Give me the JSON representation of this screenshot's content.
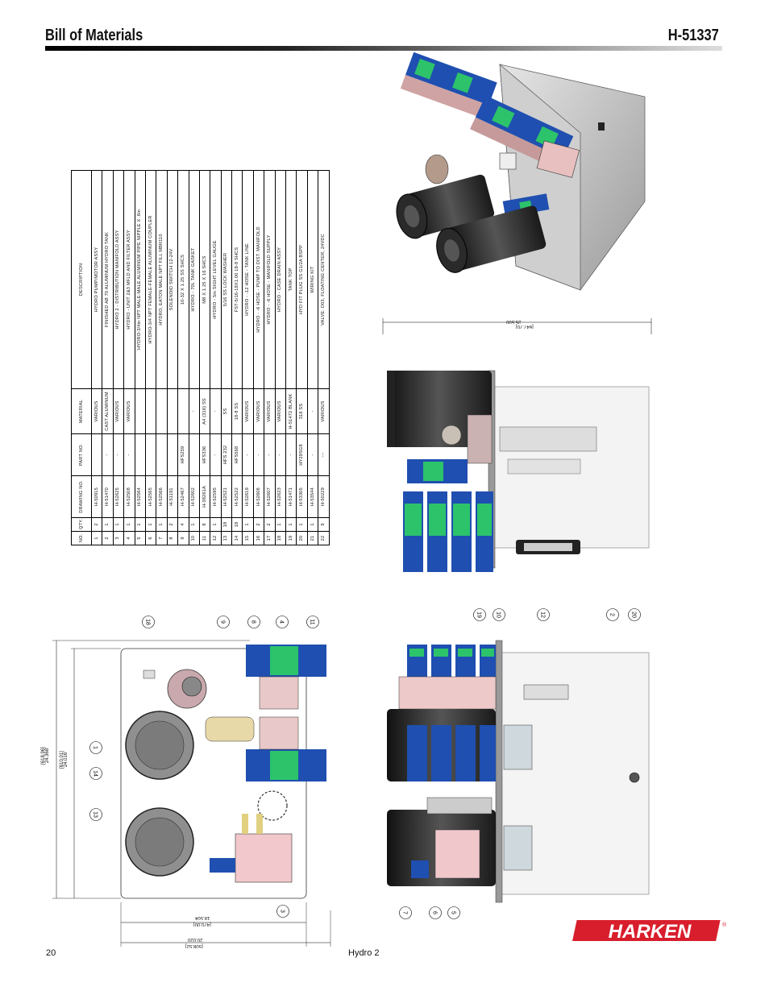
{
  "header": {
    "title": "Bill of Materials",
    "part_number": "H-51337"
  },
  "footer": {
    "page": "20",
    "document": "Hydro 2"
  },
  "brand": {
    "name": "HARKEN",
    "mark": "®",
    "color": "#d81e2c"
  },
  "bom": {
    "headers": [
      "NO.",
      "QTY.",
      "DRAWING NO.",
      "PART NO.",
      "MATERIAL",
      "DESCRIPTION"
    ],
    "rows": [
      [
        "1",
        "2",
        "H-50915",
        "",
        "VARIOUS",
        "HYDRO PUMP/MOTOR ASSY"
      ],
      [
        "2",
        "1",
        "H-51470",
        "-",
        "CAST ALUMINUM",
        "FINISHED AB 70 ALUMINUM HYDRO TANK"
      ],
      [
        "3",
        "1",
        "H-52625",
        "-",
        "VARIOUS",
        "HYDRO 2 - DISTRIBUTION MANIFOLD ASSY"
      ],
      [
        "4",
        "1",
        "H-52508",
        "-",
        "VARIOUS",
        "HYDRO - UNIT 2&3 MFLD AND FILTER ASSY"
      ],
      [
        "5",
        "1",
        "H-52564",
        "",
        "",
        "HYDRO-3/4in NPT MALE-MALE ALUMINUM PIPE NIPPLE X .6in"
      ],
      [
        "6",
        "1",
        "H-52565",
        "",
        "",
        "HYDRO-3/4 NPT FEMALE-FEMALE ALUMINUM COUPLER"
      ],
      [
        "7",
        "1",
        "H-52566",
        "",
        "",
        "HYDRO, EATON MALE NPT FILL MBR110"
      ],
      [
        "8",
        "2",
        "H-51191",
        "",
        "",
        "SOLENOID SWITCH 12-24V"
      ],
      [
        "9",
        "4",
        "H-52467",
        "HFS259",
        "",
        "10-32 X 1.25 SS SHCS"
      ],
      [
        "10",
        "1",
        "H-52602",
        "",
        "-",
        "HYDRO - 70L TANK GASKET"
      ],
      [
        "11",
        "8",
        "H-38261A",
        "HFS336",
        "A4 (316) SS",
        "M8 X 1.25 X 16 SHCS"
      ],
      [
        "12",
        "1",
        "H-52595",
        "-",
        "-",
        "HYDRO - 5in SIGHT LEVEL GAUGE"
      ],
      [
        "13",
        "18",
        "H-52521",
        "HFS 232",
        "SS",
        "5/16 SS LOCK WASHER"
      ],
      [
        "14",
        "18",
        "H-52522",
        "HFS568",
        "18-8 SS",
        "FST-5/16-18X1.00 18-8 SHCS"
      ],
      [
        "15",
        "1",
        "H-52619",
        "-",
        "VARIOUS",
        "HYDRO - -12 HOSE - TANK LINE"
      ],
      [
        "16",
        "2",
        "H-52606",
        "-",
        "VARIOUS",
        "HYDRO - -6 HOSE - PUMP TO DIST. MANIFOLD"
      ],
      [
        "17",
        "2",
        "H-52607",
        "-",
        "VARIOUS",
        "HYDRO - -6 HOSE - MANIFOLD SUPPLY"
      ],
      [
        "18",
        "1",
        "H-52623",
        "-",
        "VARIOUS",
        "HYDRO - CASE DRAIN ASSY"
      ],
      [
        "19",
        "1",
        "H-51471",
        "-",
        "H-51472 BLANK",
        "TANK TOP"
      ],
      [
        "20",
        "1",
        "H-53305",
        "HY29SG8",
        "316 SS",
        "HYD FIT PLUG SS G1/2A BSPP"
      ],
      [
        "21",
        "1",
        "H-53544",
        "-",
        "-",
        "WIRING KIT"
      ],
      [
        "22",
        "9",
        "H-50229",
        "---",
        "VARIOUS",
        "VALVE: D03, FLOATING CENTER, 24VDC"
      ]
    ]
  },
  "dimensions": {
    "front_height_mm": "[618.96]",
    "front_height_in": "24.368",
    "front_inner_height_mm": "[610.01]",
    "front_inner_height_in": "24.016",
    "front_width_mm": "[470.00]",
    "front_width_in": "18.504",
    "front_overall_width_mm": "[508.52]",
    "front_overall_width_in": "20.020",
    "side_depth_mm": "[647.70]",
    "side_depth_in": "25.500"
  },
  "balloons": {
    "front": [
      "18",
      "9",
      "8",
      "4",
      "11",
      "1",
      "14",
      "13",
      "3"
    ],
    "side": [
      "19",
      "10",
      "12",
      "2",
      "20",
      "7",
      "6",
      "5"
    ]
  }
}
